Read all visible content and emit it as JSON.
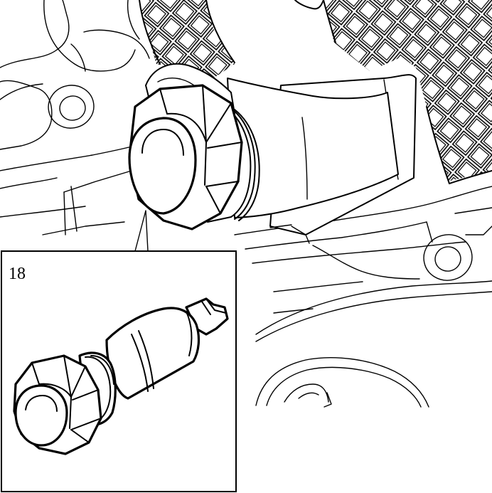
{
  "callout": {
    "label": "18"
  },
  "colors": {
    "line": "#000000",
    "background": "#ffffff"
  },
  "parts": {
    "main_component": "hex-nut-sensor",
    "detail_component": "sensor-removed"
  }
}
